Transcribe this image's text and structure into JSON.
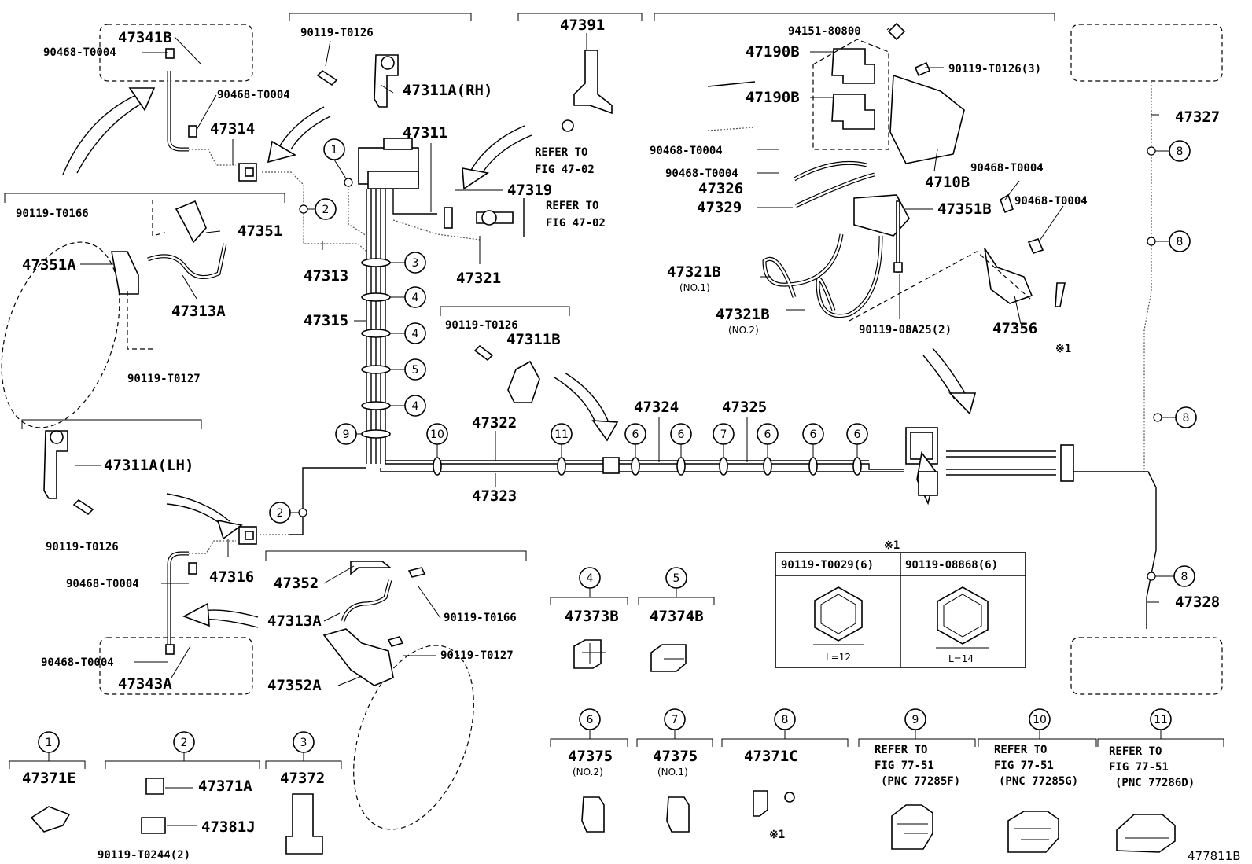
{
  "figure_id": "477811B",
  "labels": {
    "p47341B": "47341B",
    "p90468_T0004_a": "90468-T0004",
    "p90468_T0004_b": "90468-T0004",
    "p47314": "47314",
    "p90119_T0126_a": "90119-T0126",
    "p47311A_RH": "47311A(RH)",
    "p47311": "47311",
    "p47391": "47391",
    "refer_fig_47_02_a": "REFER TO",
    "refer_fig_47_02_a2": "FIG 47-02",
    "p47319": "47319",
    "refer_fig_47_02_b": "REFER TO",
    "refer_fig_47_02_b2": "FIG 47-02",
    "p90119_T0166_a": "90119-T0166",
    "p47351": "47351",
    "p47351A": "47351A",
    "p47313A_a": "47313A",
    "p90119_T0127_a": "90119-T0127",
    "p47313": "47313",
    "p47321": "47321",
    "p47315": "47315",
    "p90119_T0126_b": "90119-T0126",
    "p47311B": "47311B",
    "p47322": "47322",
    "p47324": "47324",
    "p47325": "47325",
    "p47323": "47323",
    "p47311A_LH": "47311A(LH)",
    "p90119_T0126_c": "90119-T0126",
    "p47316": "47316",
    "p90468_T0004_c": "90468-T0004",
    "p90468_T0004_d": "90468-T0004",
    "p47343A": "47343A",
    "p47352": "47352",
    "p47313A_b": "47313A",
    "p90119_T0166_b": "90119-T0166",
    "p90119_T0127_b": "90119-T0127",
    "p47352A": "47352A",
    "p94151_80800": "94151-80800",
    "p47190B_a": "47190B",
    "p47190B_b": "47190B",
    "p90119_T0126_3": "90119-T0126(3)",
    "p90468_T0004_e": "90468-T0004",
    "p90468_T0004_f": "90468-T0004",
    "p47326": "47326",
    "p4710B": "4710B",
    "p47329": "47329",
    "p47351B": "47351B",
    "p90468_T0004_g": "90468-T0004",
    "p90468_T0004_h": "90468-T0004",
    "p47321B_1": "47321B",
    "p47321B_1n": "(NO.1)",
    "p47321B_2": "47321B",
    "p47321B_2n": "(NO.2)",
    "p90119_08A25": "90119-08A25(2)",
    "p47356": "47356",
    "note1_a": "※1",
    "p47327": "47327",
    "p47328": "47328"
  },
  "table": {
    "title": "※1",
    "col1": "90119-T0029(6)",
    "col2": "90119-08868(6)",
    "len1": "L=12",
    "len2": "L=14"
  },
  "legend": [
    {
      "num": "1",
      "part": "47371E"
    },
    {
      "num": "2",
      "part": "47371A",
      "part2": "47381J",
      "part3": "90119-T0244(2)"
    },
    {
      "num": "3",
      "part": "47372"
    },
    {
      "num": "4",
      "part": "47373B"
    },
    {
      "num": "5",
      "part": "47374B"
    },
    {
      "num": "6",
      "part": "47375",
      "sub": "(NO.2)"
    },
    {
      "num": "7",
      "part": "47375",
      "sub": "(NO.1)"
    },
    {
      "num": "8",
      "part": "47371C",
      "sub": "※1"
    },
    {
      "num": "9",
      "part": "REFER TO",
      "part2": "FIG 77-51",
      "sub": "(PNC 77285F)"
    },
    {
      "num": "10",
      "part": "REFER TO",
      "part2": "FIG 77-51",
      "sub": "(PNC 77285G)"
    },
    {
      "num": "11",
      "part": "REFER TO",
      "part2": "FIG 77-51",
      "sub": "(PNC 77286D)"
    }
  ],
  "callouts": [
    "1",
    "2",
    "3",
    "4",
    "4",
    "5",
    "4",
    "9",
    "10",
    "11",
    "6",
    "6",
    "7",
    "6",
    "6",
    "6",
    "2",
    "8",
    "8",
    "8",
    "8"
  ]
}
